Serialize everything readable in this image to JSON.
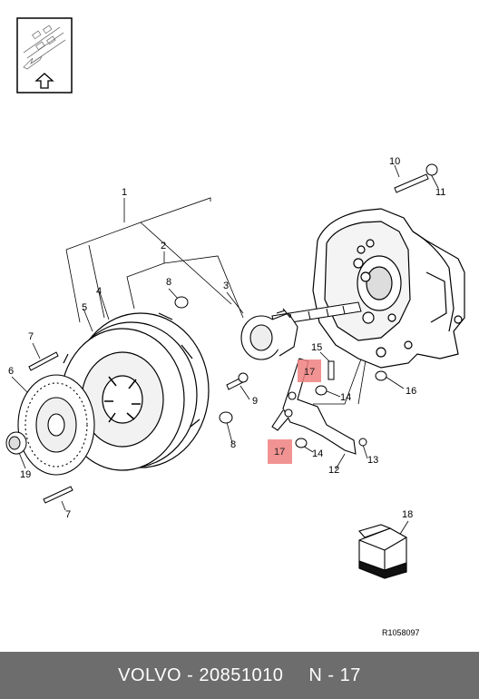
{
  "callouts": {
    "c1": "1",
    "c2": "2",
    "c3": "3",
    "c4": "4",
    "c5": "5",
    "c6": "6",
    "c7a": "7",
    "c7b": "7",
    "c8a": "8",
    "c8b": "8",
    "c9": "9",
    "c10": "10",
    "c11": "11",
    "c12": "12",
    "c13": "13",
    "c14a": "14",
    "c14b": "14",
    "c15": "15",
    "c16": "16",
    "c17a": "17",
    "c17b": "17",
    "c18": "18",
    "c19": "19"
  },
  "highlight_color": "#f08080",
  "reference_code": "R1058097",
  "footer": {
    "brand": "VOLVO - 20851010",
    "section": "N - 17"
  },
  "icons": [
    "view-direction-icon",
    "arrow-up-icon"
  ]
}
